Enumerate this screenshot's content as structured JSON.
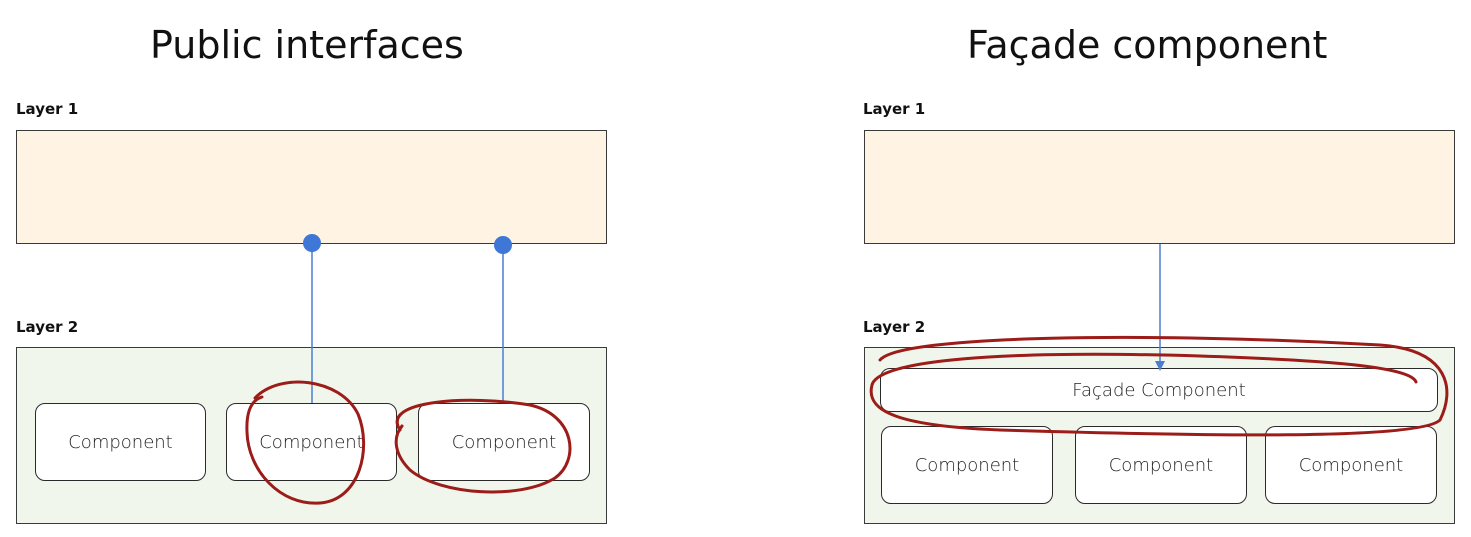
{
  "left": {
    "title": "Public interfaces",
    "layer1_label": "Layer 1",
    "layer2_label": "Layer 2",
    "components": [
      "Component",
      "Component",
      "Component"
    ]
  },
  "right": {
    "title": "Façade component",
    "layer1_label": "Layer 1",
    "layer2_label": "Layer 2",
    "facade_label": "Façade Component",
    "components": [
      "Component",
      "Component",
      "Component"
    ]
  },
  "colors": {
    "layer1_fill": "#fff4e3",
    "layer2_fill": "#f1f6ec",
    "connector": "#4a7fd0",
    "interface_dot": "#3f77d6",
    "annotation_ink": "#9b1c18"
  }
}
